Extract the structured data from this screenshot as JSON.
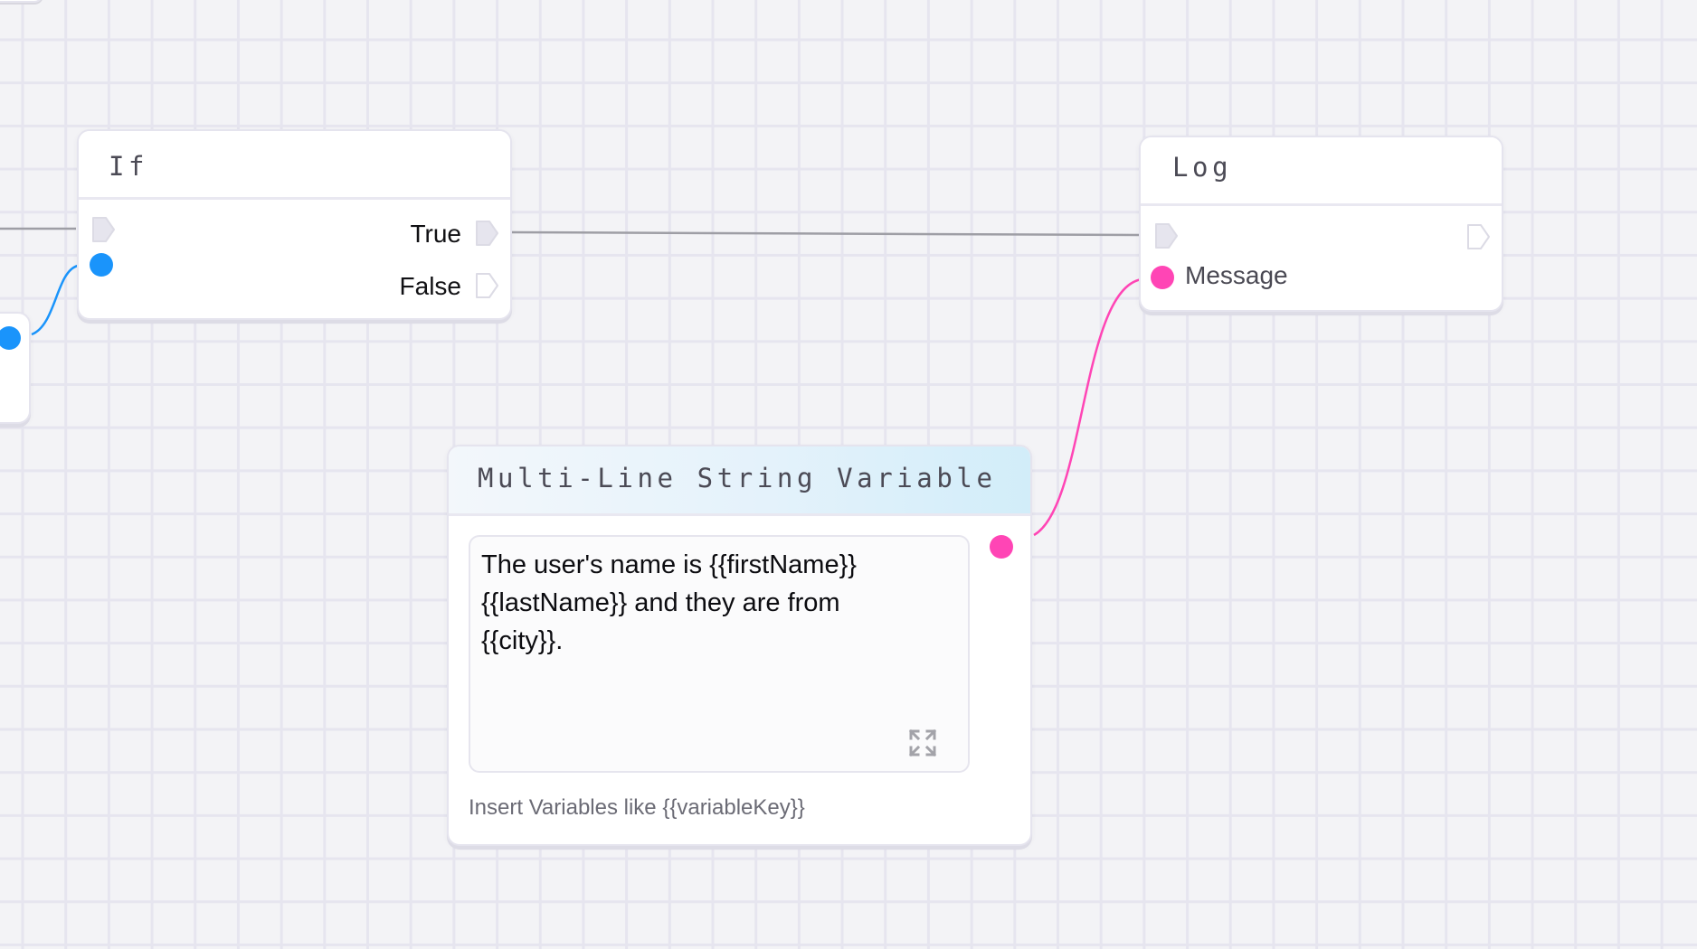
{
  "canvas": {
    "background": "#f3f3f6",
    "grid_color": "#e6e5ef"
  },
  "colors": {
    "exec_wire": "#9e9ea5",
    "boolean_port": "#1a94fb",
    "string_port": "#ff45b5",
    "variable_header_start": "#f2f7fb",
    "variable_header_end": "#d2edf9"
  },
  "nodes": {
    "if_node": {
      "title": "If",
      "inputs": [
        {
          "type": "exec",
          "icon": "exec-input-icon"
        },
        {
          "type": "boolean",
          "icon": "boolean-port-icon"
        }
      ],
      "outputs": [
        {
          "label": "True",
          "type": "exec",
          "connected": true
        },
        {
          "label": "False",
          "type": "exec",
          "connected": false
        }
      ]
    },
    "log_node": {
      "title": "Log",
      "inputs": [
        {
          "type": "exec",
          "icon": "exec-input-icon"
        },
        {
          "label": "Message",
          "type": "string"
        }
      ],
      "outputs": [
        {
          "type": "exec",
          "connected": false
        }
      ]
    },
    "multiline_string_node": {
      "title": "Multi-Line String Variable",
      "value": "The user's name is {{firstName}}\n{{lastName}} and they are from\n{{city}}.",
      "hint": "Insert Variables like {{variableKey}}",
      "expand_icon": "expand-icon",
      "output": {
        "type": "string"
      }
    }
  }
}
